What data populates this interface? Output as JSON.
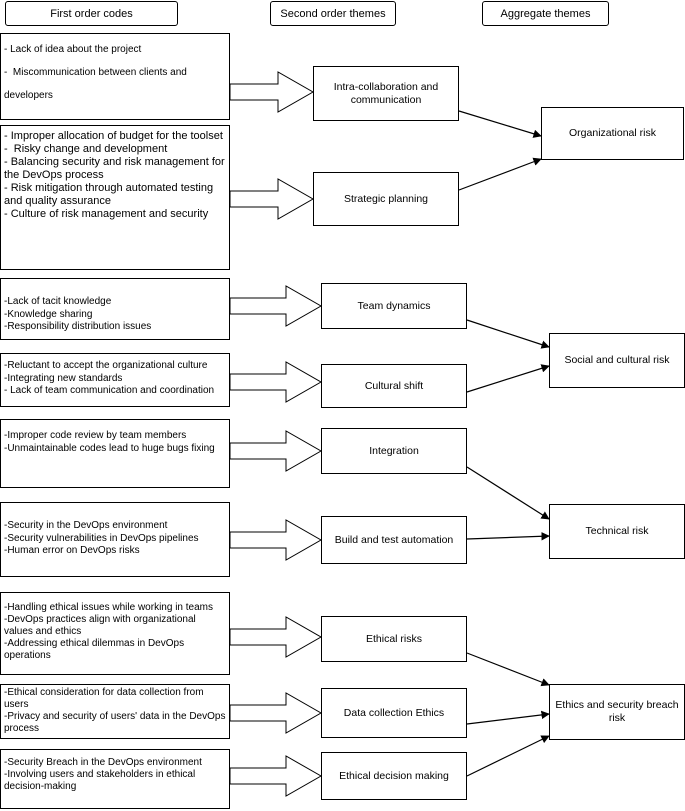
{
  "headers": {
    "first": "First order codes",
    "second": "Second order themes",
    "aggregate": "Aggregate themes"
  },
  "codes": [
    [
      "- Lack of idea about the project",
      "-  Miscommunication between clients and developers"
    ],
    [
      "- Improper allocation of budget for the toolset",
      "-  Risky change and development",
      "- Balancing security and risk management for the DevOps process",
      "- Risk mitigation through automated testing and quality assurance",
      "- Culture of risk management and security"
    ],
    [
      "-Lack of tacit knowledge",
      "-Knowledge sharing",
      "-Responsibility distribution issues"
    ],
    [
      "-Reluctant to accept the organizational culture",
      "-Integrating new standards",
      "- Lack of team communication and coordination"
    ],
    [
      "-Improper code review by team members",
      "-Unmaintainable codes lead to huge bugs fixing"
    ],
    [
      "-Security in the DevOps environment",
      "-Security vulnerabilities in DevOps pipelines",
      "-Human error on DevOps risks"
    ],
    [
      "-Handling ethical issues while working in teams",
      "-DevOps practices align with organizational values and ethics",
      "-Addressing ethical dilemmas in DevOps operations"
    ],
    [
      "-Ethical consideration for data collection from users",
      "-Privacy and security of users' data in the DevOps process"
    ],
    [
      "-Security Breach in the DevOps environment",
      "-Involving users and stakeholders in ethical decision-making"
    ]
  ],
  "themes": [
    "Intra-collaboration and communication",
    "Strategic planning",
    "Team dynamics",
    "Cultural shift",
    "Integration",
    "Build and test automation",
    "Ethical risks",
    "Data collection Ethics",
    "Ethical decision making"
  ],
  "aggregates": [
    "Organizational risk",
    "Social and cultural risk",
    "Technical risk",
    "Ethics and security breach risk"
  ]
}
